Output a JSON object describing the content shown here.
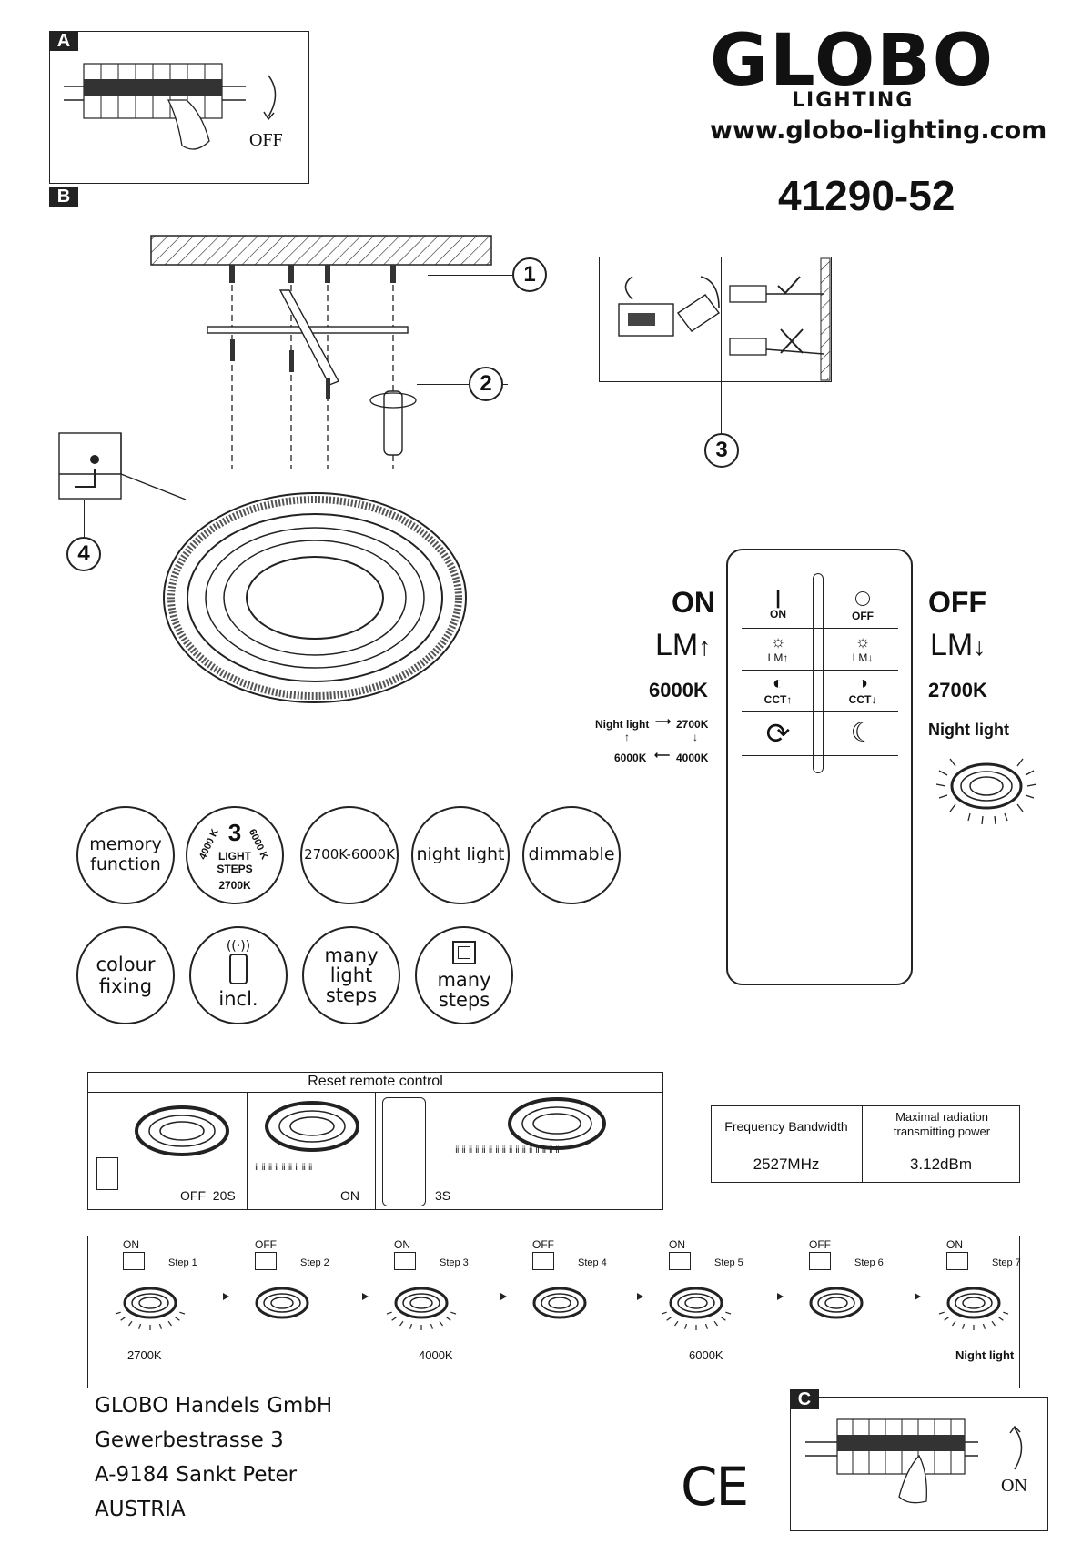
{
  "header": {
    "brand": "GLOBO",
    "sub_brand": "LIGHTING",
    "website": "www.globo-lighting.com",
    "model": "41290-52"
  },
  "panels": {
    "a_tag": "A",
    "a_label": "OFF",
    "b_tag": "B",
    "c_tag": "C",
    "c_label": "ON"
  },
  "steps_numbers": [
    "1",
    "2",
    "3",
    "4"
  ],
  "remote": {
    "on": "ON",
    "off": "OFF",
    "lm": "LM",
    "left_k": "6000K",
    "right_k": "2700K",
    "night_light": "Night light",
    "btn_on": "ON",
    "btn_off": "OFF",
    "btn_lm_up": "LM",
    "btn_lm_down": "LM",
    "btn_cct_up": "CCT",
    "btn_cct_down": "CCT",
    "cycle": {
      "night": "Night light",
      "k2700": "2700K",
      "k6000": "6000K",
      "k4000": "4000K"
    }
  },
  "features": {
    "memory": [
      "memory",
      "function"
    ],
    "steps3": {
      "num": "3",
      "line1": "LIGHT",
      "line2": "STEPS",
      "left": "4000 K",
      "right": "6000 K",
      "bottom": "2700K"
    },
    "cct": "2700K-6000K",
    "night": "night light",
    "dimmable": "dimmable",
    "colour": [
      "colour",
      "fixing"
    ],
    "remote_incl": "incl.",
    "many_light": [
      "many",
      "light",
      "steps"
    ],
    "many_steps": [
      "many",
      "steps"
    ]
  },
  "reset": {
    "title": "Reset remote control",
    "off": "OFF",
    "off_time": "20S",
    "on": "ON",
    "hold": "3S"
  },
  "spec_table": {
    "headers": [
      "Frequency Bandwidth",
      "Maximal radiation transmitting power"
    ],
    "values": [
      "2527MHz",
      "3.12dBm"
    ]
  },
  "switch_steps": [
    {
      "state": "ON",
      "label": "Step 1"
    },
    {
      "state": "OFF",
      "label": "Step 2"
    },
    {
      "state": "ON",
      "label": "Step 3"
    },
    {
      "state": "OFF",
      "label": "Step 4"
    },
    {
      "state": "ON",
      "label": "Step 5"
    },
    {
      "state": "OFF",
      "label": "Step 6"
    },
    {
      "state": "ON",
      "label": "Step 7"
    }
  ],
  "switch_results": [
    "2700K",
    "4000K",
    "6000K",
    "Night light"
  ],
  "address": [
    "GLOBO Handels GmbH",
    "Gewerbestrasse 3",
    "A-9184 Sankt Peter",
    "AUSTRIA"
  ],
  "ce_mark": "CE"
}
